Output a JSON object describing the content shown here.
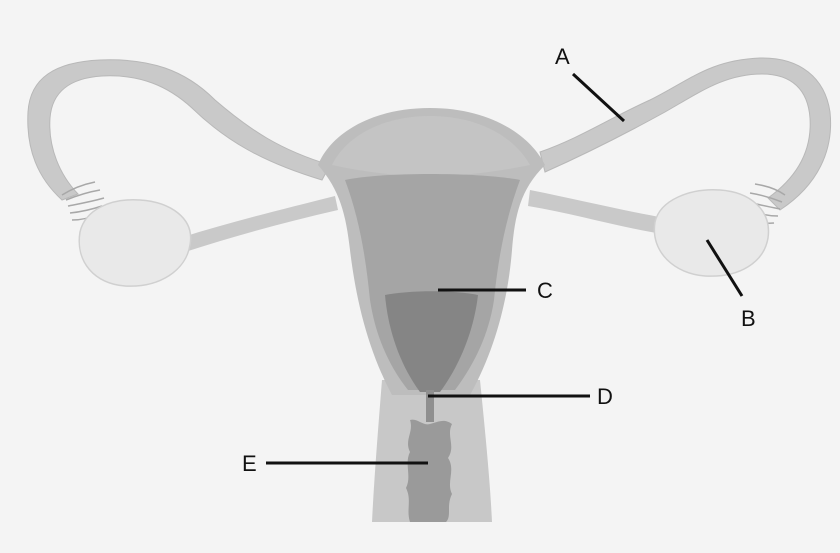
{
  "labels": {
    "a": "A",
    "b": "B",
    "c": "C",
    "d": "D",
    "e": "E"
  },
  "colors": {
    "background": "#f4f4f4",
    "tube": "#c9c9c9",
    "uterus_outer": "#bdbdbd",
    "uterus_inner": "#a5a5a5",
    "uterus_cavity": "#858585",
    "ovary": "#e9e9e9",
    "vagina": "#c8c8c8",
    "vaginal_canal": "#9a9a9a",
    "leader_line": "#111111"
  }
}
